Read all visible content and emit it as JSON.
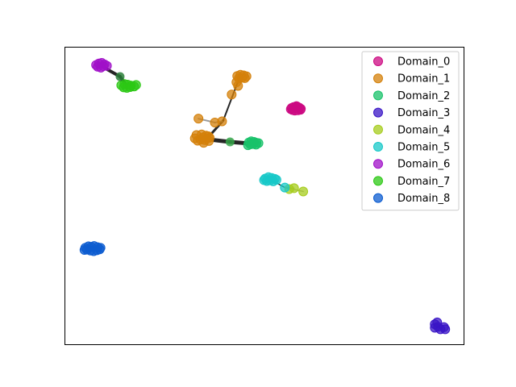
{
  "chart_data": {
    "type": "scatter",
    "title": "",
    "xlabel": "",
    "ylabel": "",
    "xlim": [
      0,
      100
    ],
    "ylim": [
      0,
      100
    ],
    "axis_ticks": false,
    "grid": false,
    "legend": {
      "placement": "top-right"
    },
    "series": [
      {
        "name": "Domain_0",
        "color": "#cc0a82",
        "points": [
          [
            56.8,
            79.5
          ],
          [
            57.3,
            79.8
          ],
          [
            57.8,
            79.5
          ],
          [
            58.2,
            79.9
          ],
          [
            58.7,
            79.6
          ],
          [
            59.1,
            79.2
          ],
          [
            57.0,
            78.8
          ],
          [
            57.6,
            78.6
          ],
          [
            58.4,
            78.7
          ],
          [
            59.0,
            78.9
          ],
          [
            56.6,
            79.1
          ],
          [
            58.0,
            80.1
          ]
        ]
      },
      {
        "name": "Domain_1",
        "color": "#d4800a",
        "points": [
          [
            43.2,
            90.2
          ],
          [
            44.0,
            90.6
          ],
          [
            44.8,
            90.4
          ],
          [
            45.5,
            90.1
          ],
          [
            43.6,
            89.4
          ],
          [
            44.4,
            89.6
          ],
          [
            45.1,
            89.5
          ],
          [
            43.0,
            88.1
          ],
          [
            43.4,
            86.9
          ],
          [
            41.8,
            84.0
          ],
          [
            39.4,
            75.0
          ],
          [
            37.6,
            74.6
          ],
          [
            33.5,
            75.9
          ],
          [
            36.0,
            70.0
          ],
          [
            32.6,
            69.3
          ],
          [
            33.3,
            68.5
          ],
          [
            34.0,
            68.9
          ],
          [
            34.6,
            69.6
          ],
          [
            35.1,
            68.7
          ],
          [
            35.6,
            69.2
          ],
          [
            36.1,
            68.4
          ],
          [
            35.4,
            70.2
          ],
          [
            34.3,
            70.6
          ],
          [
            33.0,
            70.4
          ],
          [
            36.3,
            69.5
          ],
          [
            34.8,
            67.8
          ]
        ]
      },
      {
        "name": "Domain_2",
        "color": "#18c26a",
        "points": [
          [
            46.1,
            67.9
          ],
          [
            46.7,
            68.3
          ],
          [
            47.4,
            68.1
          ],
          [
            48.0,
            67.8
          ],
          [
            46.5,
            67.3
          ],
          [
            47.2,
            67.4
          ],
          [
            47.9,
            67.2
          ],
          [
            45.9,
            67.0
          ],
          [
            48.5,
            67.7
          ]
        ]
      },
      {
        "name": "Domain_3",
        "color": "#3a16c6",
        "points": [
          [
            92.6,
            7.0
          ],
          [
            93.2,
            7.6
          ],
          [
            94.0,
            5.3
          ],
          [
            94.9,
            6.0
          ],
          [
            95.2,
            5.3
          ],
          [
            93.4,
            6.1
          ],
          [
            92.6,
            5.8
          ]
        ]
      },
      {
        "name": "Domain_4",
        "color": "#a6cc1c",
        "points": [
          [
            56.2,
            52.3
          ],
          [
            59.7,
            51.5
          ],
          [
            57.4,
            52.6
          ]
        ]
      },
      {
        "name": "Domain_5",
        "color": "#18c8c8",
        "points": [
          [
            50.2,
            55.8
          ],
          [
            51.0,
            56.3
          ],
          [
            51.8,
            56.0
          ],
          [
            52.6,
            55.7
          ],
          [
            50.6,
            55.0
          ],
          [
            51.4,
            55.2
          ],
          [
            52.2,
            54.9
          ],
          [
            49.9,
            55.3
          ],
          [
            53.0,
            55.4
          ],
          [
            55.1,
            52.8
          ]
        ]
      },
      {
        "name": "Domain_6",
        "color": "#a010c8",
        "points": [
          [
            7.9,
            93.9
          ],
          [
            8.6,
            94.4
          ],
          [
            9.3,
            94.6
          ],
          [
            10.0,
            94.1
          ],
          [
            10.6,
            93.6
          ],
          [
            8.3,
            93.3
          ],
          [
            9.1,
            93.0
          ],
          [
            9.7,
            93.5
          ]
        ]
      },
      {
        "name": "Domain_7",
        "color": "#2cc814",
        "points": [
          [
            14.2,
            87.1
          ],
          [
            15.0,
            87.5
          ],
          [
            15.8,
            87.3
          ],
          [
            16.6,
            87.0
          ],
          [
            17.4,
            86.7
          ],
          [
            14.8,
            86.4
          ],
          [
            15.6,
            86.2
          ],
          [
            16.4,
            86.5
          ],
          [
            17.9,
            87.2
          ]
        ]
      },
      {
        "name": "Domain_8",
        "color": "#0c5cd0",
        "points": [
          [
            5.2,
            32.6
          ],
          [
            6.0,
            33.1
          ],
          [
            6.7,
            32.9
          ],
          [
            7.4,
            33.2
          ],
          [
            8.3,
            32.8
          ],
          [
            9.0,
            32.6
          ],
          [
            5.6,
            32.0
          ],
          [
            6.5,
            31.7
          ],
          [
            7.3,
            31.5
          ],
          [
            8.1,
            31.8
          ],
          [
            8.8,
            32.1
          ],
          [
            5.0,
            31.9
          ]
        ]
      }
    ],
    "edges": [
      {
        "from": [
          8.6,
          94.0
        ],
        "to": [
          13.9,
          90.0
        ],
        "color": "#000000",
        "width": 4
      },
      {
        "from": [
          13.9,
          90.0
        ],
        "to": [
          15.5,
          87.0
        ],
        "color": "#000000",
        "width": 4
      },
      {
        "from": [
          35.5,
          69.0
        ],
        "to": [
          39.7,
          75.3
        ],
        "color": "#000000",
        "width": 3
      },
      {
        "from": [
          39.7,
          75.3
        ],
        "to": [
          43.0,
          87.0
        ],
        "color": "#000000",
        "width": 2
      },
      {
        "from": [
          43.0,
          87.0
        ],
        "to": [
          44.0,
          90.0
        ],
        "color": "#000000",
        "width": 2
      },
      {
        "from": [
          35.5,
          69.0
        ],
        "to": [
          41.4,
          68.1
        ],
        "color": "#000000",
        "width": 5
      },
      {
        "from": [
          41.4,
          68.1
        ],
        "to": [
          47.0,
          67.5
        ],
        "color": "#000000",
        "width": 5
      },
      {
        "from": [
          33.5,
          75.9
        ],
        "to": [
          37.6,
          74.6
        ],
        "color": "#888888",
        "width": 2
      },
      {
        "from": [
          37.6,
          74.6
        ],
        "to": [
          39.4,
          75.0
        ],
        "color": "#888888",
        "width": 2
      },
      {
        "from": [
          51.5,
          55.5
        ],
        "to": [
          55.1,
          52.8
        ],
        "color": "#000000",
        "width": 1.5
      },
      {
        "from": [
          55.1,
          52.8
        ],
        "to": [
          59.7,
          51.5
        ],
        "color": "#888888",
        "width": 1.5
      },
      {
        "from": [
          55.1,
          52.8
        ],
        "to": [
          56.2,
          52.3
        ],
        "color": "#888888",
        "width": 1.5
      },
      {
        "from": [
          55.1,
          52.8
        ],
        "to": [
          57.4,
          52.6
        ],
        "color": "#888888",
        "width": 1.5
      }
    ],
    "bridge_points": [
      {
        "point": [
          13.9,
          90.0
        ],
        "color": "#2a7f3a"
      },
      {
        "point": [
          41.4,
          68.1
        ],
        "color": "#36a64a"
      }
    ]
  }
}
